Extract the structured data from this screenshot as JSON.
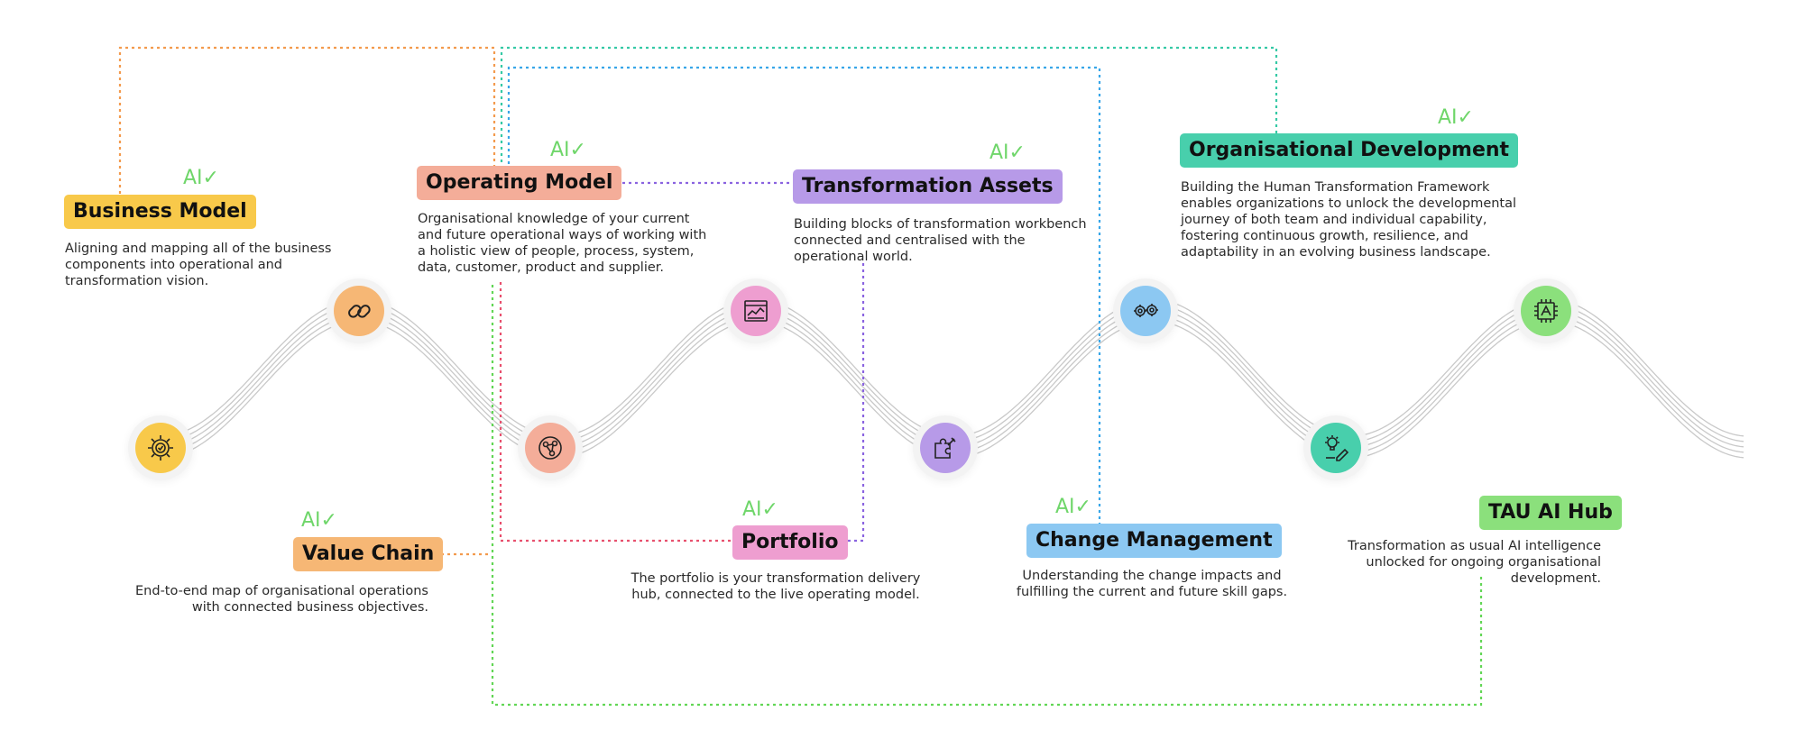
{
  "colors": {
    "yellow": "#f8c94a",
    "orange": "#f6b775",
    "salmon": "#f4ad99",
    "pink": "#ee9ed0",
    "purple": "#b79ae8",
    "blue": "#8cc8f2",
    "teal": "#48cfac",
    "green": "#8be07c",
    "ai_green": "#6fd66a",
    "wave": "#c9c9c9"
  },
  "ai_badge": "AI✓",
  "nodes": {
    "business_model": {
      "label": "Business Model",
      "desc": "Aligning and mapping all of the business\ncomponents into operational and\ntransformation vision."
    },
    "value_chain": {
      "label": "Value Chain",
      "desc": "End-to-end map of organisational operations\nwith connected business objectives."
    },
    "operating_model": {
      "label": "Operating Model",
      "desc": "Organisational knowledge of your current\nand future operational ways of working with\na holistic view of people, process, system,\ndata, customer, product and supplier."
    },
    "portfolio": {
      "label": "Portfolio",
      "desc": "The portfolio is your transformation delivery\nhub, connected to the live operating model."
    },
    "transformation_assets": {
      "label": "Transformation Assets",
      "desc": "Building blocks of transformation workbench\nconnected and centralised with the\noperational world."
    },
    "change_management": {
      "label": "Change Management",
      "desc": "Understanding the change impacts and\nfulfilling the current and future skill gaps."
    },
    "organisational_development": {
      "label": "Organisational Development",
      "desc": "Building the Human Transformation Framework\nenables organizations to unlock the developmental\njourney of both team and individual capability,\nfostering continuous growth, resilience, and\nadaptability in an evolving business landscape."
    },
    "tau_ai_hub": {
      "label": "TAU AI Hub",
      "desc": "Transformation as usual AI intelligence\nunlocked for ongoing organisational\ndevelopment."
    }
  },
  "icons": [
    {
      "name": "gear-check-icon",
      "color": "#f8c94a"
    },
    {
      "name": "chain-link-icon",
      "color": "#f6b775"
    },
    {
      "name": "globe-network-icon",
      "color": "#f4ad99"
    },
    {
      "name": "analytics-board-icon",
      "color": "#ee9ed0"
    },
    {
      "name": "puzzle-wrench-icon",
      "color": "#b79ae8"
    },
    {
      "name": "gears-icon",
      "color": "#8cc8f2"
    },
    {
      "name": "lightbulb-pencil-icon",
      "color": "#48cfac"
    },
    {
      "name": "ai-chip-icon",
      "color": "#8be07c"
    }
  ]
}
